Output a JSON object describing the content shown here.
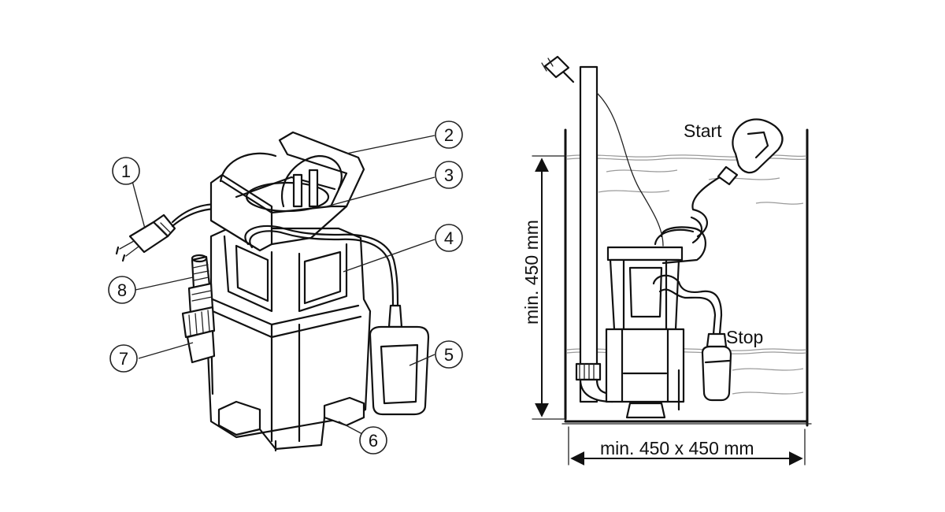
{
  "left_diagram": {
    "callouts": [
      {
        "id": 1,
        "label": "1"
      },
      {
        "id": 2,
        "label": "2"
      },
      {
        "id": 3,
        "label": "3"
      },
      {
        "id": 4,
        "label": "4"
      },
      {
        "id": 5,
        "label": "5"
      },
      {
        "id": 6,
        "label": "6"
      },
      {
        "id": 7,
        "label": "7"
      },
      {
        "id": 8,
        "label": "8"
      }
    ]
  },
  "right_diagram": {
    "start_label": "Start",
    "stop_label": "Stop",
    "height_label": "min. 450 mm",
    "width_label": "min. 450 x 450 mm"
  }
}
